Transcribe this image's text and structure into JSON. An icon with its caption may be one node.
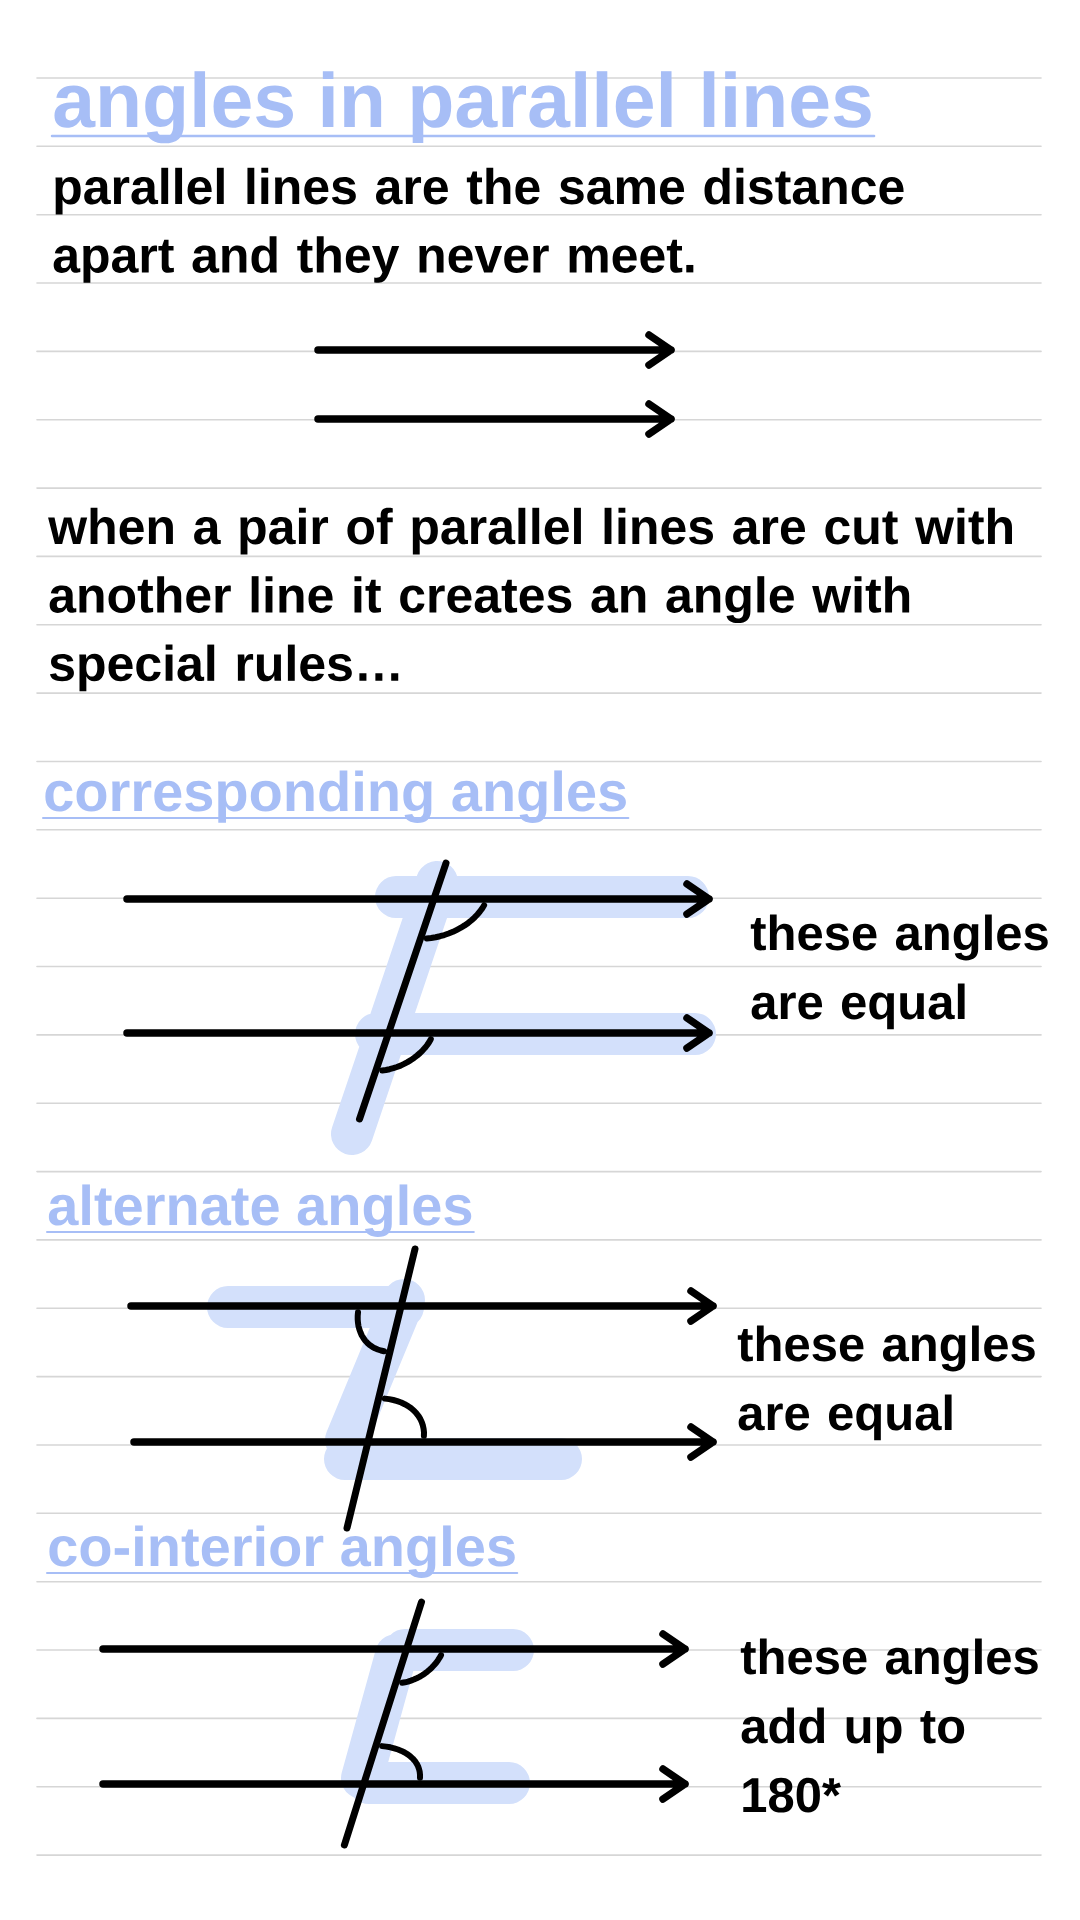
{
  "diagram": {
    "title": "angles in parallel lines",
    "labels": [
      "parallel lines are the same distance apart and they never meet.",
      "when a pair of parallel lines are cut with another line it creates an angle with special rules…",
      "corresponding angles",
      "these angles are equal",
      "alternate angles",
      "these angles are equal",
      "co-interior angles",
      "these angles add up to 180*"
    ]
  }
}
